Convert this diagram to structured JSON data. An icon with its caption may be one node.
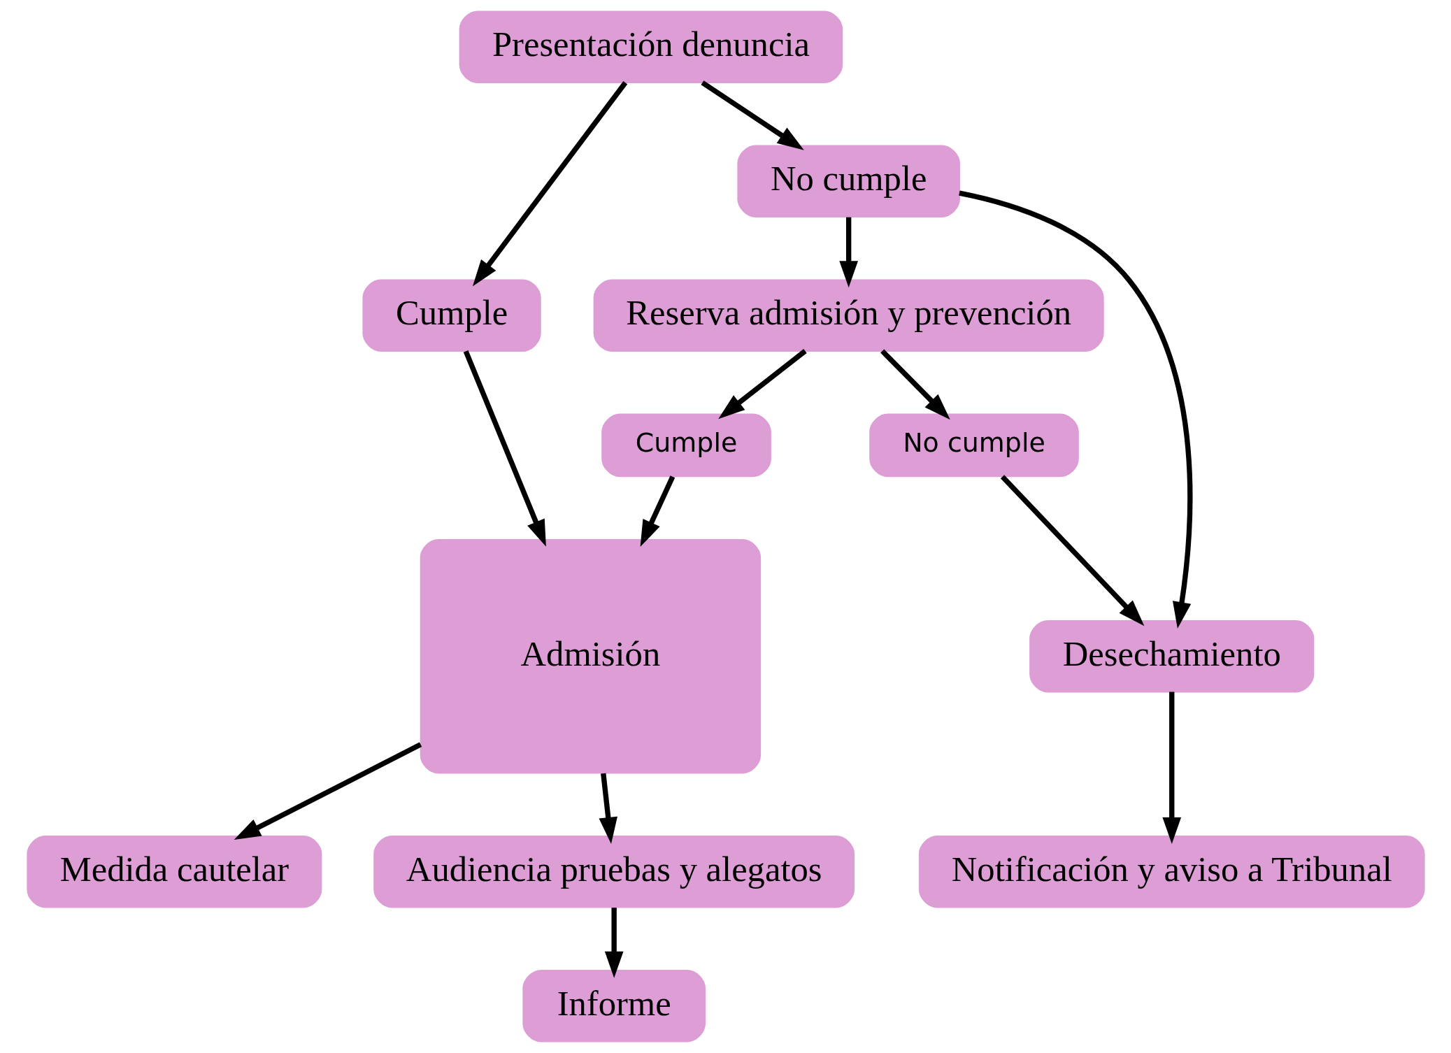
{
  "diagram": {
    "nodes": [
      {
        "text": [
          "Presentación denuncia"
        ]
      },
      {
        "text": [
          "Cumple"
        ]
      },
      {
        "text": [
          "No cumple"
        ]
      },
      {
        "text": [
          "Admisión"
        ]
      },
      {
        "text": [
          "Reserva admisión y prevención"
        ]
      },
      {
        "text": [
          "Desechamiento"
        ]
      },
      {
        "text": [
          "Cumple"
        ]
      },
      {
        "text": [
          "No cumple"
        ]
      },
      {
        "text": [
          "Notificación y aviso a Tribunal"
        ]
      },
      {
        "text": [
          "Medida cautelar"
        ]
      },
      {
        "text": [
          "Audiencia pruebas y alegatos"
        ]
      },
      {
        "text": [
          "Informe"
        ]
      }
    ],
    "edges": [
      {
        "from": 0,
        "to": 1,
        "arrow": "to"
      },
      {
        "from": 0,
        "to": 2,
        "arrow": "to"
      },
      {
        "from": 1,
        "to": 3,
        "arrow": "to"
      },
      {
        "from": 2,
        "to": 4,
        "arrow": "to"
      },
      {
        "from": 2,
        "to": 5,
        "arrow": "to"
      },
      {
        "from": 4,
        "to": 6,
        "arrow": "to"
      },
      {
        "from": 4,
        "to": 7,
        "arrow": "to"
      },
      {
        "from": 6,
        "to": 3,
        "arrow": "to"
      },
      {
        "from": 7,
        "to": 5,
        "arrow": "to"
      },
      {
        "from": 5,
        "to": 8,
        "arrow": "to"
      },
      {
        "from": 3,
        "to": 9,
        "arrow": "to"
      },
      {
        "from": 3,
        "to": 10,
        "arrow": "to"
      },
      {
        "from": 10,
        "to": 11,
        "arrow": "to"
      }
    ]
  }
}
